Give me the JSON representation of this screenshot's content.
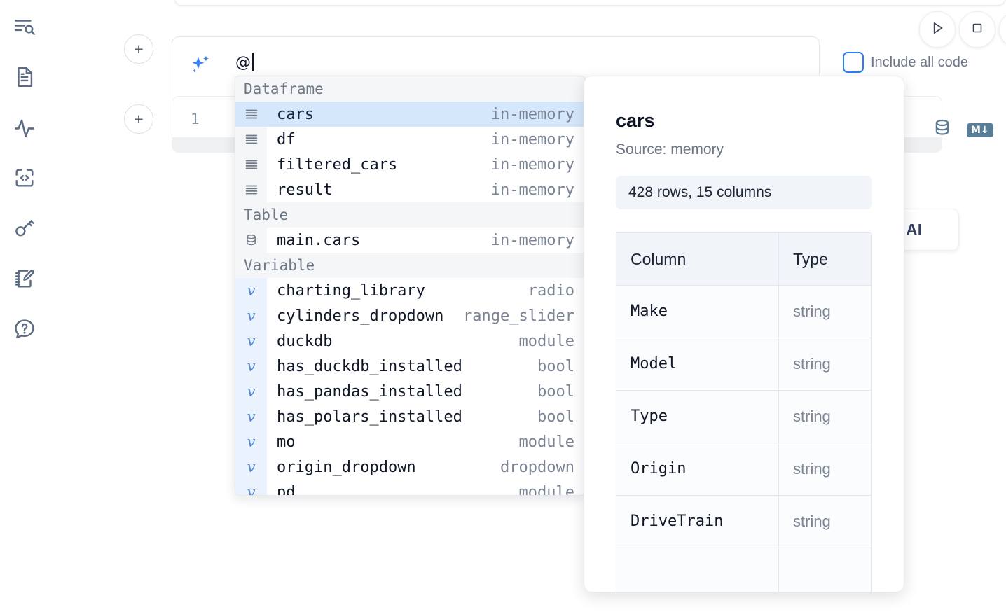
{
  "sidebar": {
    "items": [
      {
        "name": "explorer-search-icon",
        "label": "Explore"
      },
      {
        "name": "document-icon",
        "label": "Notebook"
      },
      {
        "name": "activity-icon",
        "label": "Activity"
      },
      {
        "name": "code-snippet-icon",
        "label": "Snippets"
      },
      {
        "name": "key-icon",
        "label": "Secrets"
      },
      {
        "name": "scratchpad-icon",
        "label": "Scratchpad"
      },
      {
        "name": "help-icon",
        "label": "Help"
      }
    ]
  },
  "toolbar": {
    "run_label": "Run",
    "stop_label": "Stop",
    "more_label": "More",
    "include_all_code_label": "Include all code",
    "include_all_code_checked": false
  },
  "ai_prompt": {
    "value": "@",
    "sparkle_icon": "sparkles-icon"
  },
  "cell": {
    "line_number": "1",
    "database_icon": "database-icon",
    "markdown_badge": "M↓"
  },
  "ai_float": {
    "label": "H AI"
  },
  "autocomplete": {
    "groups": [
      {
        "label": "Dataframe",
        "icon": "dataframe-icon",
        "kind": "df",
        "items": [
          {
            "name": "cars",
            "type": "in-memory",
            "selected": true
          },
          {
            "name": "df",
            "type": "in-memory",
            "selected": false
          },
          {
            "name": "filtered_cars",
            "type": "in-memory",
            "selected": false
          },
          {
            "name": "result",
            "type": "in-memory",
            "selected": false
          }
        ]
      },
      {
        "label": "Table",
        "icon": "database-icon",
        "kind": "table",
        "items": [
          {
            "name": "main.cars",
            "type": "in-memory",
            "selected": false
          }
        ]
      },
      {
        "label": "Variable",
        "icon": "variable-icon",
        "kind": "var",
        "items": [
          {
            "name": "charting_library",
            "type": "radio",
            "selected": false
          },
          {
            "name": "cylinders_dropdown",
            "type": "range_slider",
            "selected": false
          },
          {
            "name": "duckdb",
            "type": "module",
            "selected": false
          },
          {
            "name": "has_duckdb_installed",
            "type": "bool",
            "selected": false
          },
          {
            "name": "has_pandas_installed",
            "type": "bool",
            "selected": false
          },
          {
            "name": "has_polars_installed",
            "type": "bool",
            "selected": false
          },
          {
            "name": "mo",
            "type": "module",
            "selected": false
          },
          {
            "name": "origin_dropdown",
            "type": "dropdown",
            "selected": false
          },
          {
            "name": "pd",
            "type": "module",
            "selected": false
          }
        ]
      }
    ]
  },
  "preview": {
    "title": "cars",
    "source": "Source: memory",
    "stats": "428 rows, 15 columns",
    "headers": [
      "Column",
      "Type"
    ],
    "rows": [
      {
        "column": "Make",
        "type": "string"
      },
      {
        "column": "Model",
        "type": "string"
      },
      {
        "column": "Type",
        "type": "string"
      },
      {
        "column": "Origin",
        "type": "string"
      },
      {
        "column": "DriveTrain",
        "type": "string"
      },
      {
        "column": "",
        "type": ""
      }
    ]
  },
  "colors": {
    "accent": "#3b82f6",
    "selection": "#d5e7fb",
    "group_header_bg": "#f4f6f8",
    "icon": "#5c6b84"
  }
}
